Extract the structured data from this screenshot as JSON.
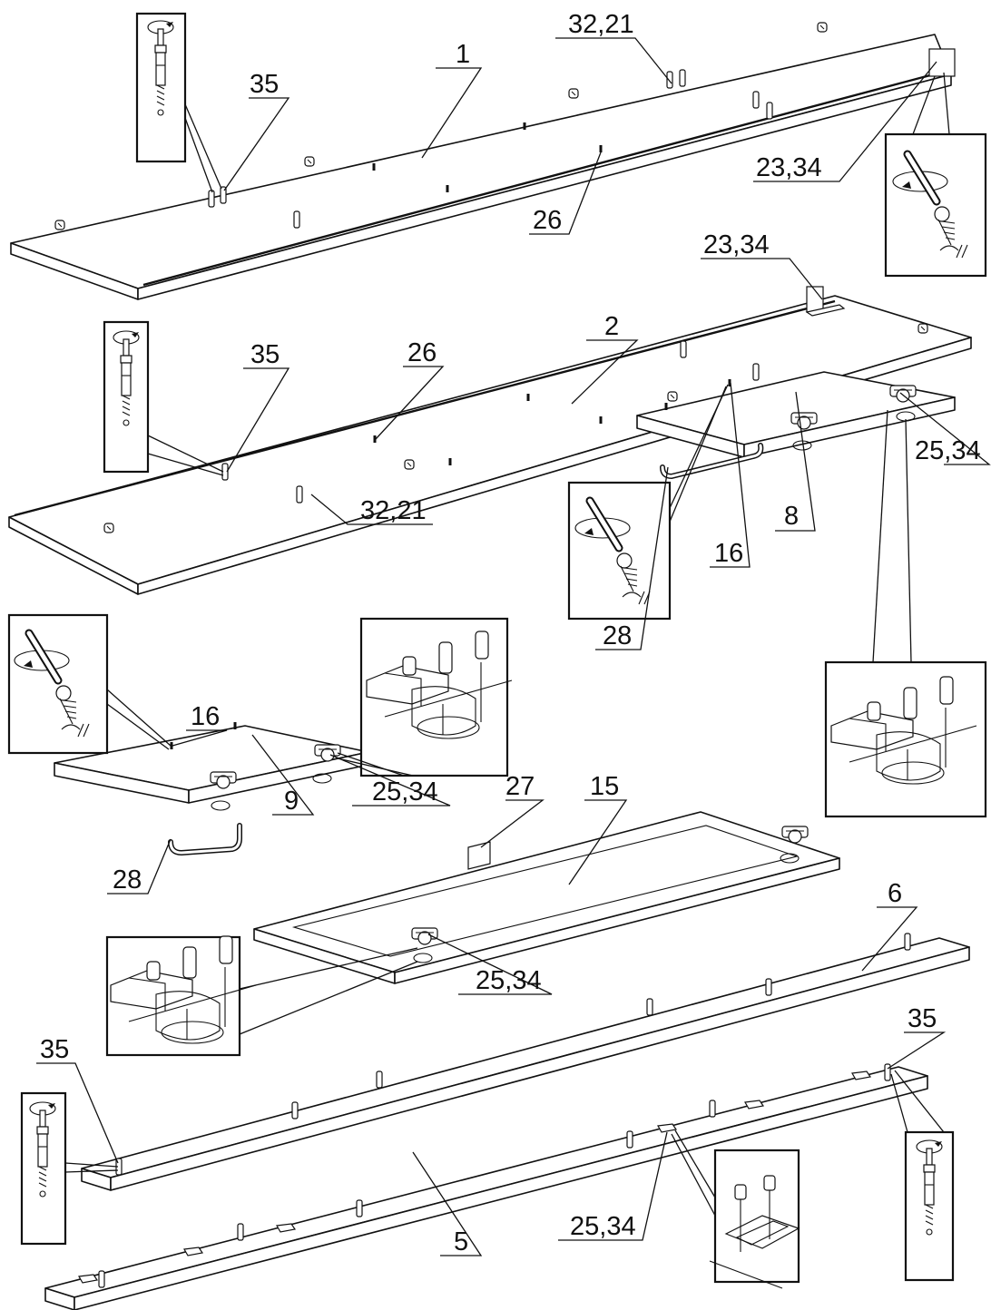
{
  "diagram": {
    "labels": {
      "panel_1": "1",
      "panel_2": "2",
      "panel_5": "5",
      "panel_6": "6",
      "panel_8": "8",
      "panel_9": "9",
      "panel_15": "15",
      "hw_35_a": "35",
      "hw_35_b": "35",
      "hw_35_c": "35",
      "hw_35_d": "35",
      "hw_32_21_a": "32,21",
      "hw_32_21_b": "32,21",
      "hw_23_34_a": "23,34",
      "hw_23_34_b": "23,34",
      "hw_26_a": "26",
      "hw_26_b": "26",
      "hw_16_a": "16",
      "hw_16_b": "16",
      "hw_25_34_a": "25,34",
      "hw_25_34_b": "25,34",
      "hw_25_34_c": "25,34",
      "hw_25_34_d": "25,34",
      "hw_28_a": "28",
      "hw_28_b": "28",
      "hw_27": "27"
    }
  }
}
